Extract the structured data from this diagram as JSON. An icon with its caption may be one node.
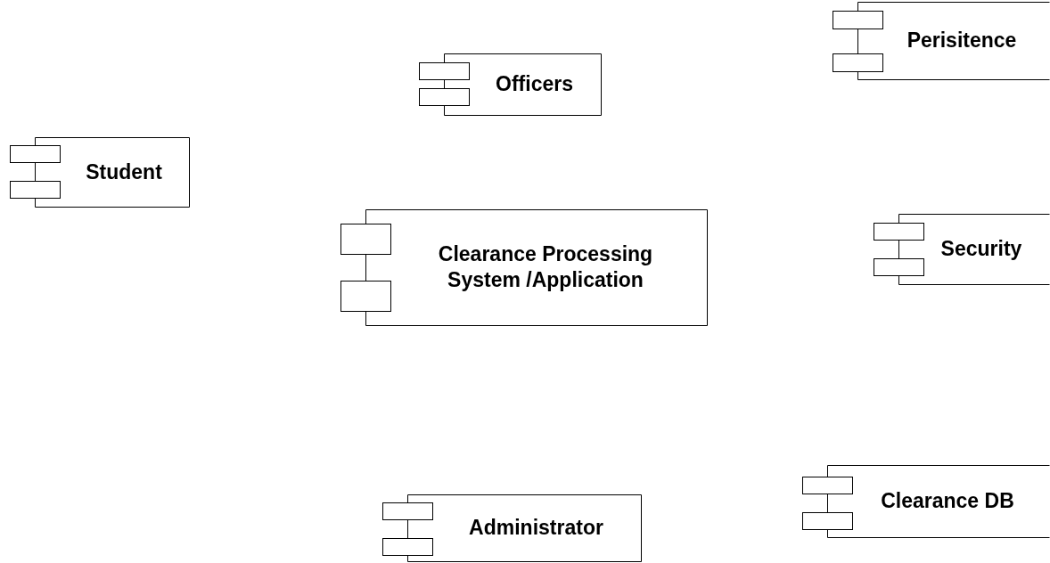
{
  "diagram": {
    "nodes": [
      {
        "text": [
          "Perisitence"
        ]
      },
      {
        "text": [
          "Officers"
        ]
      },
      {
        "text": [
          "Student"
        ]
      },
      {
        "text": [
          "Clearance Processing System /Application"
        ]
      },
      {
        "text": [
          "Security"
        ]
      },
      {
        "text": [
          "Clearance DB"
        ]
      },
      {
        "text": [
          "Administrator"
        ]
      }
    ],
    "edges": []
  }
}
